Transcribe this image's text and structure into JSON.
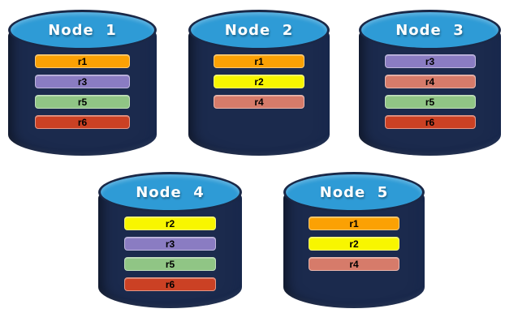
{
  "background": "#ffffff",
  "colors": {
    "cylinder_body": "#1B2A4D",
    "cylinder_top": "#2E9BD6",
    "cylinder_top_border": "#1A2847",
    "r1": "#FBA104",
    "r2": "#F8F600",
    "r3": "#8A7CC2",
    "r4": "#D67B6A",
    "r5": "#90C585",
    "r6": "#CB4124"
  },
  "nodes": [
    {
      "title": "Node  1",
      "replicas": [
        "r1",
        "r3",
        "r5",
        "r6"
      ]
    },
    {
      "title": "Node  2",
      "replicas": [
        "r1",
        "r2",
        "r4"
      ]
    },
    {
      "title": "Node  3",
      "replicas": [
        "r3",
        "r4",
        "r5",
        "r6"
      ]
    },
    {
      "title": "Node  4",
      "replicas": [
        "r2",
        "r3",
        "r5",
        "r6"
      ]
    },
    {
      "title": "Node  5",
      "replicas": [
        "r1",
        "r2",
        "r4"
      ]
    }
  ]
}
